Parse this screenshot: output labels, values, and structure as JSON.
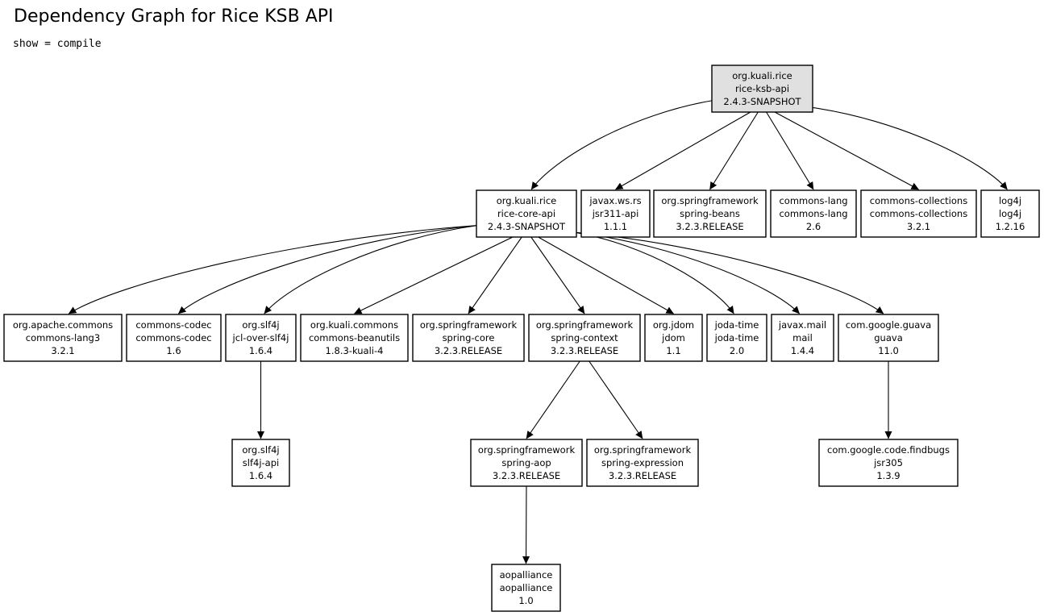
{
  "header": {
    "title": "Dependency Graph for Rice KSB API",
    "filter": "show = compile"
  },
  "graph": {
    "nodes": [
      {
        "id": "rice-ksb-api",
        "root": true,
        "lines": [
          "org.kuali.rice",
          "rice-ksb-api",
          "2.4.3-SNAPSHOT"
        ]
      },
      {
        "id": "rice-core-api",
        "lines": [
          "org.kuali.rice",
          "rice-core-api",
          "2.4.3-SNAPSHOT"
        ]
      },
      {
        "id": "jsr311-api",
        "lines": [
          "javax.ws.rs",
          "jsr311-api",
          "1.1.1"
        ]
      },
      {
        "id": "spring-beans",
        "lines": [
          "org.springframework",
          "spring-beans",
          "3.2.3.RELEASE"
        ]
      },
      {
        "id": "commons-lang",
        "lines": [
          "commons-lang",
          "commons-lang",
          "2.6"
        ]
      },
      {
        "id": "commons-collections",
        "lines": [
          "commons-collections",
          "commons-collections",
          "3.2.1"
        ]
      },
      {
        "id": "log4j",
        "lines": [
          "log4j",
          "log4j",
          "1.2.16"
        ]
      },
      {
        "id": "commons-lang3",
        "lines": [
          "org.apache.commons",
          "commons-lang3",
          "3.2.1"
        ]
      },
      {
        "id": "commons-codec",
        "lines": [
          "commons-codec",
          "commons-codec",
          "1.6"
        ]
      },
      {
        "id": "jcl-over-slf4j",
        "lines": [
          "org.slf4j",
          "jcl-over-slf4j",
          "1.6.4"
        ]
      },
      {
        "id": "commons-beanutils",
        "lines": [
          "org.kuali.commons",
          "commons-beanutils",
          "1.8.3-kuali-4"
        ]
      },
      {
        "id": "spring-core",
        "lines": [
          "org.springframework",
          "spring-core",
          "3.2.3.RELEASE"
        ]
      },
      {
        "id": "spring-context",
        "lines": [
          "org.springframework",
          "spring-context",
          "3.2.3.RELEASE"
        ]
      },
      {
        "id": "jdom",
        "lines": [
          "org.jdom",
          "jdom",
          "1.1"
        ]
      },
      {
        "id": "joda-time",
        "lines": [
          "joda-time",
          "joda-time",
          "2.0"
        ]
      },
      {
        "id": "mail",
        "lines": [
          "javax.mail",
          "mail",
          "1.4.4"
        ]
      },
      {
        "id": "guava",
        "lines": [
          "com.google.guava",
          "guava",
          "11.0"
        ]
      },
      {
        "id": "slf4j-api",
        "lines": [
          "org.slf4j",
          "slf4j-api",
          "1.6.4"
        ]
      },
      {
        "id": "spring-aop",
        "lines": [
          "org.springframework",
          "spring-aop",
          "3.2.3.RELEASE"
        ]
      },
      {
        "id": "spring-expression",
        "lines": [
          "org.springframework",
          "spring-expression",
          "3.2.3.RELEASE"
        ]
      },
      {
        "id": "jsr305",
        "lines": [
          "com.google.code.findbugs",
          "jsr305",
          "1.3.9"
        ]
      },
      {
        "id": "aopalliance",
        "lines": [
          "aopalliance",
          "aopalliance",
          "1.0"
        ]
      }
    ],
    "edges": [
      [
        "rice-ksb-api",
        "rice-core-api"
      ],
      [
        "rice-ksb-api",
        "jsr311-api"
      ],
      [
        "rice-ksb-api",
        "spring-beans"
      ],
      [
        "rice-ksb-api",
        "commons-lang"
      ],
      [
        "rice-ksb-api",
        "commons-collections"
      ],
      [
        "rice-ksb-api",
        "log4j"
      ],
      [
        "rice-core-api",
        "commons-lang3"
      ],
      [
        "rice-core-api",
        "commons-codec"
      ],
      [
        "rice-core-api",
        "jcl-over-slf4j"
      ],
      [
        "rice-core-api",
        "commons-beanutils"
      ],
      [
        "rice-core-api",
        "spring-core"
      ],
      [
        "rice-core-api",
        "spring-context"
      ],
      [
        "rice-core-api",
        "jdom"
      ],
      [
        "rice-core-api",
        "joda-time"
      ],
      [
        "rice-core-api",
        "mail"
      ],
      [
        "rice-core-api",
        "guava"
      ],
      [
        "jcl-over-slf4j",
        "slf4j-api"
      ],
      [
        "spring-context",
        "spring-aop"
      ],
      [
        "spring-context",
        "spring-expression"
      ],
      [
        "guava",
        "jsr305"
      ],
      [
        "spring-aop",
        "aopalliance"
      ]
    ]
  }
}
